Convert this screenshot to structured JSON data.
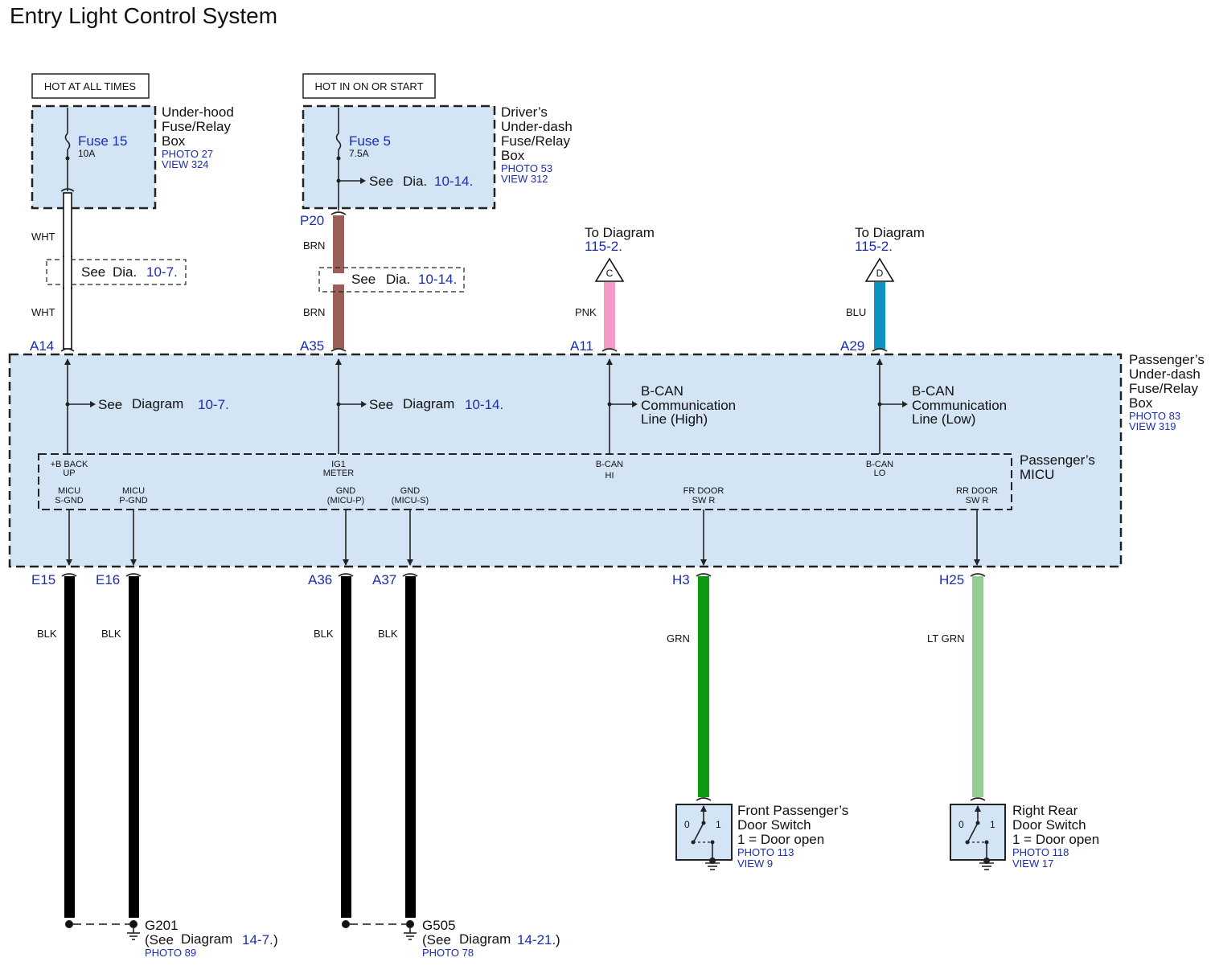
{
  "title": "Entry Light Control System",
  "power_labels": {
    "hot_at_all_times": "HOT AT ALL TIMES",
    "hot_in_on_or_start": "HOT IN ON OR START"
  },
  "underhood_box": {
    "name_lines": [
      "Under-hood",
      "Fuse/Relay",
      "Box"
    ],
    "photo": "PHOTO 27",
    "view": "VIEW 324",
    "fuse_name": "Fuse 15",
    "fuse_rating": "10A"
  },
  "driver_box": {
    "name_lines": [
      "Driver’s",
      "Under-dash",
      "Fuse/Relay",
      "Box"
    ],
    "photo": "PHOTO 53",
    "view": "VIEW 312",
    "fuse_name": "Fuse 5",
    "fuse_rating": "7.5A",
    "see_text": "See",
    "see_dia": "Dia.",
    "see_num": "10-14."
  },
  "passenger_box": {
    "name_lines": [
      "Passenger’s",
      "Under-dash",
      "Fuse/Relay",
      "Box"
    ],
    "photo": "PHOTO 83",
    "view": "VIEW 319"
  },
  "micu": {
    "name_lines": [
      "Passenger’s",
      "MICU"
    ],
    "top_terminals": [
      {
        "lines": [
          "+B BACK",
          "UP"
        ]
      },
      {
        "lines": [
          "IG1",
          "METER"
        ]
      },
      {
        "lines": [
          "B-CAN",
          "HI"
        ]
      },
      {
        "lines": [
          "B-CAN",
          "LO"
        ]
      }
    ],
    "bottom_terminals": [
      {
        "lines": [
          "MICU",
          "S-GND"
        ]
      },
      {
        "lines": [
          "MICU",
          "P-GND"
        ]
      },
      {
        "lines": [
          "GND",
          "(MICU-P)"
        ]
      },
      {
        "lines": [
          "GND",
          "(MICU-S)"
        ]
      },
      {
        "lines": [
          "FR DOOR",
          "SW R"
        ]
      },
      {
        "lines": [
          "RR DOOR",
          "SW R"
        ]
      }
    ]
  },
  "inner_refs": [
    {
      "see": "See",
      "diagram": "Diagram",
      "num": "10-7."
    },
    {
      "see": "See",
      "diagram": "Diagram",
      "num": "10-14."
    }
  ],
  "bcan": [
    {
      "lines": [
        "B-CAN",
        "Communication",
        "Line (High)"
      ]
    },
    {
      "lines": [
        "B-CAN",
        "Communication",
        "Line (Low)"
      ]
    }
  ],
  "splice_refs": [
    {
      "see": "See",
      "dia": "Dia.",
      "num": "10-7."
    },
    {
      "see": "See",
      "dia": "Dia.",
      "num": "10-14."
    }
  ],
  "to_diagram": [
    {
      "text": "To Diagram",
      "num": "115-2.",
      "letter": "C"
    },
    {
      "text": "To Diagram",
      "num": "115-2.",
      "letter": "D"
    }
  ],
  "top_wires": [
    {
      "pin": "A14",
      "color_label": "WHT",
      "color_label2": "WHT",
      "color": "#ffffff"
    },
    {
      "pin": "A35",
      "top_pin": "P20",
      "color_label": "BRN",
      "color_label2": "BRN",
      "color": "#9b5f5a"
    },
    {
      "pin": "A11",
      "color_label": "PNK",
      "color": "#f59ac8"
    },
    {
      "pin": "A29",
      "color_label": "BLU",
      "color": "#0d93c4"
    }
  ],
  "bottom_wires": [
    {
      "pin": "E15",
      "color_label": "BLK",
      "color": "#000000"
    },
    {
      "pin": "E16",
      "color_label": "BLK",
      "color": "#000000"
    },
    {
      "pin": "A36",
      "color_label": "BLK",
      "color": "#000000"
    },
    {
      "pin": "A37",
      "color_label": "BLK",
      "color": "#000000"
    },
    {
      "pin": "H3",
      "color_label": "GRN",
      "color": "#0d9a10"
    },
    {
      "pin": "H25",
      "color_label": "LT GRN",
      "color": "#93cd93"
    }
  ],
  "grounds": [
    {
      "name": "G201",
      "see": "(See",
      "diagram": "Diagram",
      "num": "14-7.",
      "close": ")",
      "photo": "PHOTO 89"
    },
    {
      "name": "G505",
      "see": "(See",
      "diagram": "Diagram",
      "num": "14-21.",
      "close": ")",
      "photo": "PHOTO 78"
    }
  ],
  "switches": [
    {
      "name_lines": [
        "Front Passenger’s",
        "Door Switch",
        "1 = Door open"
      ],
      "photo": "PHOTO 113",
      "view": "VIEW 9",
      "pos0": "0",
      "pos1": "1"
    },
    {
      "name_lines": [
        "Right Rear",
        "Door Switch",
        "1 = Door open"
      ],
      "photo": "PHOTO 118",
      "view": "VIEW 17",
      "pos0": "0",
      "pos1": "1"
    }
  ]
}
